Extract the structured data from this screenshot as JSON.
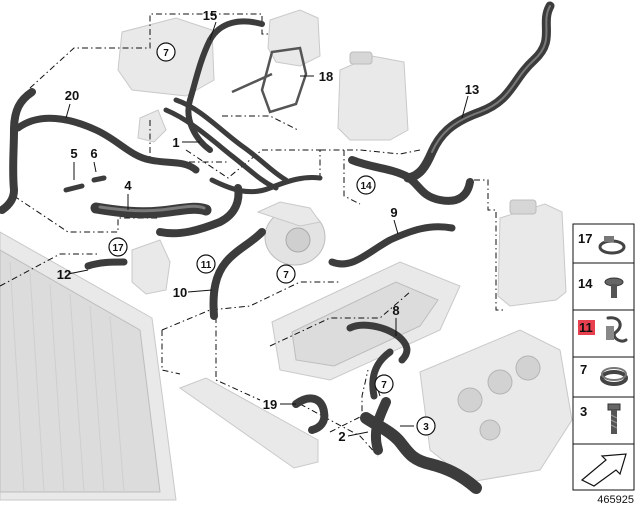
{
  "diagram": {
    "callouts": [
      {
        "id": "c1",
        "text": "1"
      },
      {
        "id": "c2",
        "text": "2"
      },
      {
        "id": "c4",
        "text": "4"
      },
      {
        "id": "c5",
        "text": "5"
      },
      {
        "id": "c6",
        "text": "6"
      },
      {
        "id": "c8",
        "text": "8"
      },
      {
        "id": "c9",
        "text": "9"
      },
      {
        "id": "c10",
        "text": "10"
      },
      {
        "id": "c12",
        "text": "12"
      },
      {
        "id": "c13",
        "text": "13"
      },
      {
        "id": "c15",
        "text": "15"
      },
      {
        "id": "c18",
        "text": "18"
      },
      {
        "id": "c19",
        "text": "19"
      },
      {
        "id": "c20",
        "text": "20"
      }
    ],
    "circled": [
      {
        "id": "k7a",
        "text": "7"
      },
      {
        "id": "k14",
        "text": "14"
      },
      {
        "id": "k17",
        "text": "17"
      },
      {
        "id": "k11",
        "text": "11"
      },
      {
        "id": "k7b",
        "text": "7"
      },
      {
        "id": "k7c",
        "text": "7"
      },
      {
        "id": "k3",
        "text": "3"
      }
    ],
    "legend": [
      {
        "num": "17",
        "icon": "hose-clamp-icon",
        "highlight": false
      },
      {
        "num": "14",
        "icon": "screw-rivet-icon",
        "highlight": false
      },
      {
        "num": "11",
        "icon": "spring-clip-icon",
        "highlight": true
      },
      {
        "num": "7",
        "icon": "band-clamp-icon",
        "highlight": false
      },
      {
        "num": "3",
        "icon": "bolt-icon",
        "highlight": false
      }
    ],
    "highlight_color": "#e8404f",
    "reference_number": "465925"
  }
}
